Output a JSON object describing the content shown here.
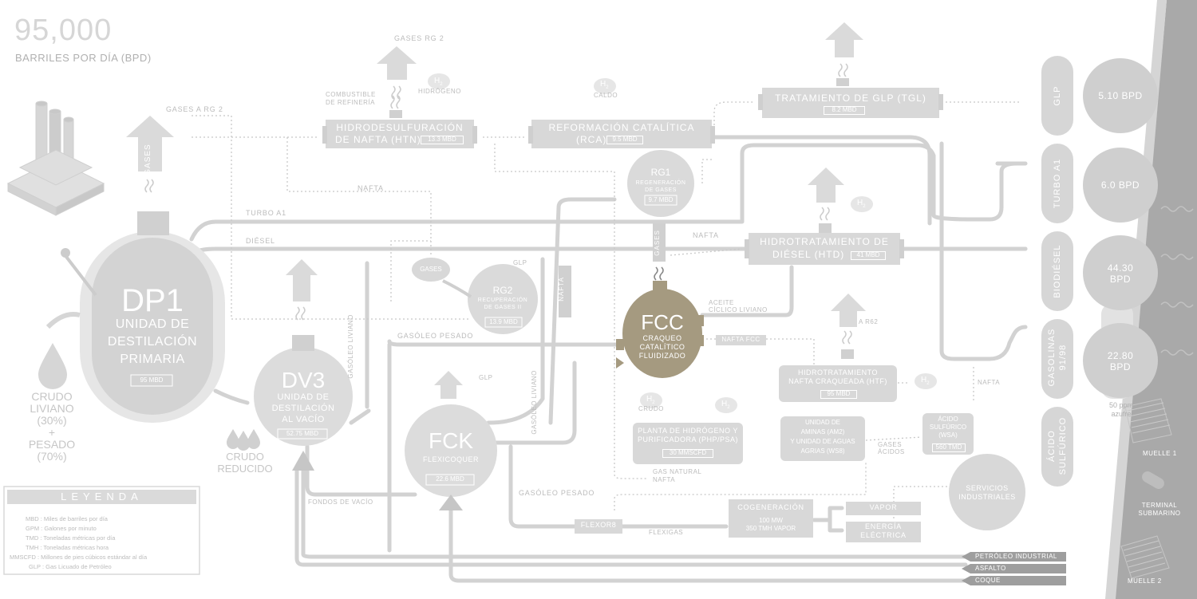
{
  "header": {
    "capacity": "95,000",
    "capacity_unit": "BARRILES POR DÍA (BPD)"
  },
  "crude": {
    "crudo_liviano": "CRUDO",
    "liviano_line": "LIVIANO",
    "liviano_pct": "(30%)",
    "plus": "+",
    "pesado": "PESADO",
    "pesado_pct": "(70%)",
    "reducido_1": "CRUDO",
    "reducido_2": "REDUCIDO"
  },
  "units": {
    "dp1": {
      "code": "DP1",
      "line1": "UNIDAD DE",
      "line2": "DESTILACIÓN",
      "line3": "PRIMARIA",
      "cap": "95 MBD"
    },
    "dv3": {
      "code": "DV3",
      "line1": "UNIDAD DE",
      "line2": "DESTILACIÓN",
      "line3": "AL VACÍO",
      "cap": "52.75 MBD"
    },
    "fck": {
      "code": "FCK",
      "line1": "FLEXICOQUER",
      "cap": "22.6 MBD"
    },
    "fcc": {
      "code": "FCC",
      "line1": "CRAQUEO",
      "line2": "CATALÍTICO",
      "line3": "FLUIDIZADO"
    },
    "htn": {
      "line1": "HIDRODESULFURACIÓN",
      "line2": "DE NAFTA (HTN)",
      "cap": "13.3 MBD"
    },
    "rca": {
      "line1": "REFORMACIÓN CATALÍTICA",
      "line2": "(RCA)",
      "cap": "9.5 MBD"
    },
    "tgl": {
      "line1": "TRATAMIENTO DE GLP (TGL)",
      "cap": "8.2 MBD"
    },
    "rg1": {
      "code": "RG1",
      "line1": "REGENERACIÓN",
      "line2": "DE GASES",
      "cap": "9.7 MBD"
    },
    "rg2": {
      "code": "RG2",
      "line1": "RECUPERACIÓN",
      "line2": "DE GASES II",
      "cap": "13.9 MBD"
    },
    "htd": {
      "line1": "HIDROTRATAMIENTO DE",
      "line2": "DIÉSEL (HTD)",
      "cap": "41 MBD"
    },
    "htf": {
      "line1": "HIDROTRATAMIENTO",
      "line2": "NAFTA CRAQUEADA (HTF)",
      "cap": "95 MBD"
    },
    "php": {
      "line1": "PLANTA DE HIDRÓGENO Y",
      "line2": "PURIFICADORA (PHP/PSA)",
      "cap": "30 MMSCFD"
    },
    "am2": {
      "line1": "UNIDAD DE",
      "line2": "AMINAS (AM2)",
      "line3": "Y UNIDAD DE AGUAS",
      "line4": "AGRIAS (WS8)"
    },
    "wsa": {
      "line1": "ÁCIDO",
      "line2": "SULFÚRICO",
      "line3": "(WSA)",
      "cap": "560 TMD"
    },
    "cog": {
      "line1": "COGENERACIÓN",
      "cap1": "100 MW",
      "cap2": "350 TMH VAPOR"
    },
    "flexor8": {
      "line1": "FLEXOR8"
    },
    "servicios": {
      "line1": "SERVICIOS",
      "line2": "INDUSTRIALES"
    }
  },
  "flows": {
    "gases": "GASES",
    "gases_rg2": "GASES RG 2",
    "gases_a_rg2": "GASES A RG 2",
    "combustible_1": "COMBUSTIBLE",
    "combustible_2": "DE REFINERÍA",
    "hidrogeno": "HIDRÓGENO",
    "caldo": "CALDO",
    "h2": "H",
    "h2_sub": "2",
    "nafta": "NAFTA",
    "turbo_a1": "TURBO A1",
    "diesel": "DIÉSEL",
    "glp": "GLP",
    "gasoleo_liviano": "GASÓLEO LIVIANO",
    "gasoleo_pesado": "GASÓLEO PESADO",
    "aceite_1": "ACEITE",
    "aceite_2": "CÍCLICO LIVIANO",
    "nafta_fcc": "NAFTA FCC",
    "a_r62": "A R62",
    "crudo": "CRUDO",
    "gas_natural": "GAS NATURAL",
    "gases_acidos_1": "GASES",
    "gases_acidos_2": "ÁCIDOS",
    "fondos_de_vacio": "FONDOS DE VACÍO",
    "flexigas": "FLEXIGAS",
    "vapor": "VAPOR",
    "energia_1": "ENERGÍA",
    "energia_2": "ELÉCTRICA"
  },
  "outputs": [
    {
      "label": "PETRÓLEO INDUSTRIAL"
    },
    {
      "label": "ASFALTO"
    },
    {
      "label": "COQUE"
    }
  ],
  "products": [
    {
      "name": "GLP",
      "value": "5.10 BPD"
    },
    {
      "name": "TURBO A1",
      "value": "6.0 BPD"
    },
    {
      "name": "BIODIÉSEL",
      "value_1": "44.30",
      "value_2": "BPD"
    },
    {
      "name_1": "GASOLINAS",
      "name_2": "91/98",
      "value_1": "22.80",
      "value_2": "BPD"
    },
    {
      "name_1": "ÁCIDO",
      "name_2": "SULFÚRICO"
    }
  ],
  "sulfur_note_1": "50 ppm",
  "sulfur_note_2": "azufre",
  "docks": {
    "muelle1": "MUELLE 1",
    "terminal_1": "TERMINAL",
    "terminal_2": "SUBMARINO",
    "muelle2": "MUELLE 2"
  },
  "legend": {
    "title": "LEYENDA",
    "items": [
      "MBD : Miles de barriles por día",
      "GPM : Galones por minuto",
      "TMD : Toneladas métricas por día",
      "TMH : Toneladas métricas hora",
      "MMSCFD : Millones de pies cúbicos estándar al día",
      "GLP : Gas Licuado de Petróleo"
    ]
  },
  "colors": {
    "unit_gray": "#d8d8d8",
    "pipe_gray": "#d2d2d2",
    "fcc_brown": "#a59a80",
    "text_gray": "#b8b8b8",
    "dark_strip": "#a8a8a8"
  }
}
